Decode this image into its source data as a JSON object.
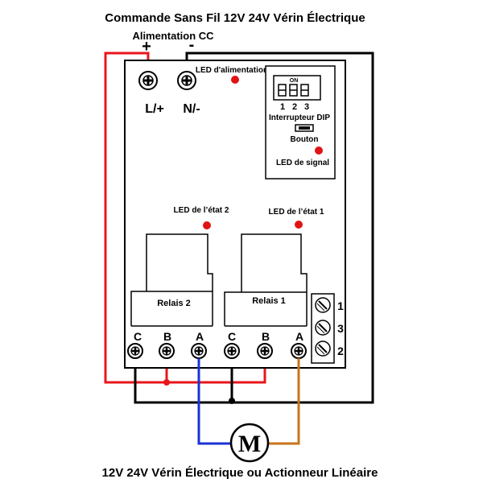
{
  "title": "Commande Sans Fil 12V 24V Vérin Électrique",
  "caption": "12V 24V Vérin Électrique ou Actionneur Linéaire",
  "power": {
    "label": "Alimentation CC",
    "plus_symbol": "+",
    "minus_symbol": "-",
    "terminal_left": "L/+",
    "terminal_right": "N/-"
  },
  "leds": {
    "power": "LED d'alimentation",
    "signal": "LED de signal",
    "state2": "LED de l’état 2",
    "state1": "LED de l’état 1"
  },
  "dip": {
    "on_label": "ON",
    "numbers": [
      "1",
      "2",
      "3"
    ],
    "label": "Interrupteur DIP"
  },
  "button_label": "Bouton",
  "relays": {
    "relay2": "Relais 2",
    "relay1": "Relais 1"
  },
  "output_terminals": [
    "C",
    "B",
    "A",
    "C",
    "B",
    "A"
  ],
  "side_terminals": [
    "1",
    "3",
    "2"
  ],
  "motor_symbol": "M",
  "colors": {
    "positive_wire": "#e8161b",
    "negative_wire": "#000000",
    "motor_wire_blue": "#1a33d6",
    "motor_wire_orange": "#c8741c",
    "led": "#e01414"
  }
}
